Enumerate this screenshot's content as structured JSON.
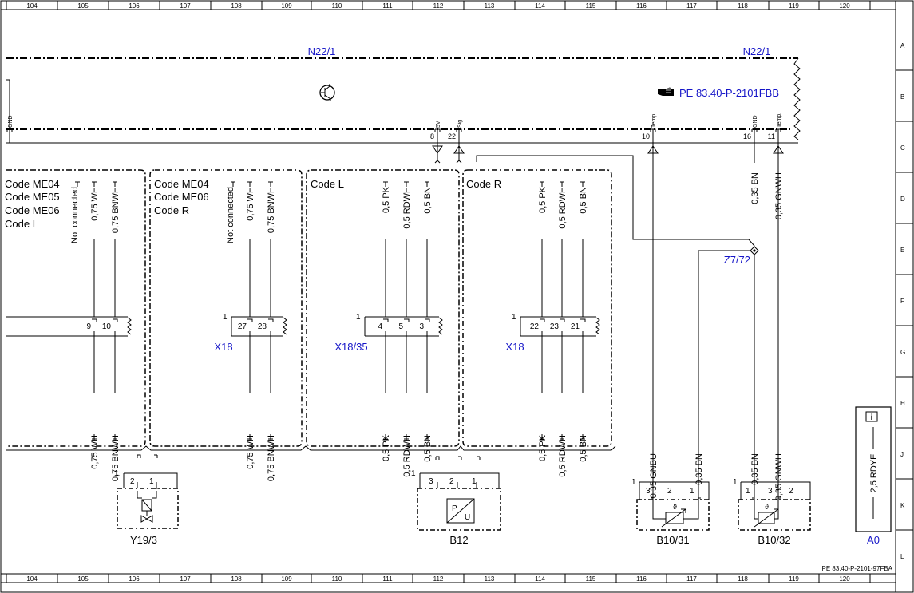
{
  "grid": {
    "columns": [
      "104",
      "105",
      "106",
      "107",
      "108",
      "109",
      "110",
      "111",
      "112",
      "113",
      "114",
      "115",
      "116",
      "117",
      "118",
      "119",
      "120"
    ],
    "rows": [
      "A",
      "B",
      "C",
      "D",
      "E",
      "F",
      "G",
      "H",
      "J",
      "K",
      "L"
    ]
  },
  "module": {
    "label_left": "N22/1",
    "label_right": "N22/1",
    "reference": "PE 83.40-P-2101FBB",
    "pins": [
      {
        "pin": "",
        "name": "GND"
      },
      {
        "pin": "8",
        "name": "5V"
      },
      {
        "pin": "22",
        "name": "Sig"
      },
      {
        "pin": "10",
        "name": "Temp."
      },
      {
        "pin": "16",
        "name": "GND"
      },
      {
        "pin": "11",
        "name": "Temp."
      }
    ]
  },
  "variant_boxes": [
    {
      "codes": [
        "Code ME04",
        "Code ME05",
        "Code ME06",
        "Code L"
      ]
    },
    {
      "codes": [
        "Code ME04",
        "Code ME06",
        "Code R"
      ]
    },
    {
      "codes": [
        "Code L"
      ]
    },
    {
      "codes": [
        "Code R"
      ]
    }
  ],
  "upper_wires": [
    "Not connected",
    "0,75 WH",
    "0,75 BNWH",
    "Not connected",
    "0,75 WH",
    "0,75 BNWH",
    "0,5 PK",
    "0,5 RDWH",
    "0,5 BN",
    "0,5 PK",
    "0,5 RDWH",
    "0,5 BN",
    "0,35 BN",
    "0,35 GNWH"
  ],
  "lower_wires": [
    "0,75 WH",
    "0,75 BNWH",
    "0,75 WH",
    "0,75 BNWH",
    "0,5 PK",
    "0,5 RDWH",
    "0,5 BN",
    "0,5 PK",
    "0,5 RDWH",
    "0,5 BN",
    "0,35 GNBU",
    "0,35 BN",
    "0,35 BN",
    "0,35 GNWH"
  ],
  "connectors": [
    {
      "name": "",
      "marker": "",
      "pins": [
        "9",
        "10"
      ]
    },
    {
      "name": "X18",
      "marker": "1",
      "pins": [
        "27",
        "28"
      ]
    },
    {
      "name": "X18/35",
      "marker": "1",
      "pins": [
        "4",
        "5",
        "3"
      ]
    },
    {
      "name": "X18",
      "marker": "1",
      "pins": [
        "22",
        "23",
        "21"
      ]
    }
  ],
  "splice": "Z7/72",
  "components": [
    {
      "name": "Y19/3",
      "marker": "1",
      "pins": [
        "2",
        "1"
      ]
    },
    {
      "name": "B12",
      "marker": "1",
      "pins": [
        "3",
        "2",
        "1"
      ],
      "symbol": [
        "P",
        "U"
      ]
    },
    {
      "name": "B10/31",
      "marker": "1",
      "pins": [
        "3",
        "2",
        "1"
      ],
      "symbol": [
        "ϑ"
      ]
    },
    {
      "name": "B10/32",
      "marker": "1",
      "pins": [
        "1",
        "3",
        "2"
      ],
      "symbol": [
        "ϑ"
      ]
    }
  ],
  "info_box": {
    "icon": "info-icon",
    "wire": "2,5 RDYE",
    "code": "A0"
  },
  "footer_reference": "PE 83.40-P-2101-97FBA",
  "colors": {
    "line": "#000000",
    "label_blue": "#1515c8"
  }
}
